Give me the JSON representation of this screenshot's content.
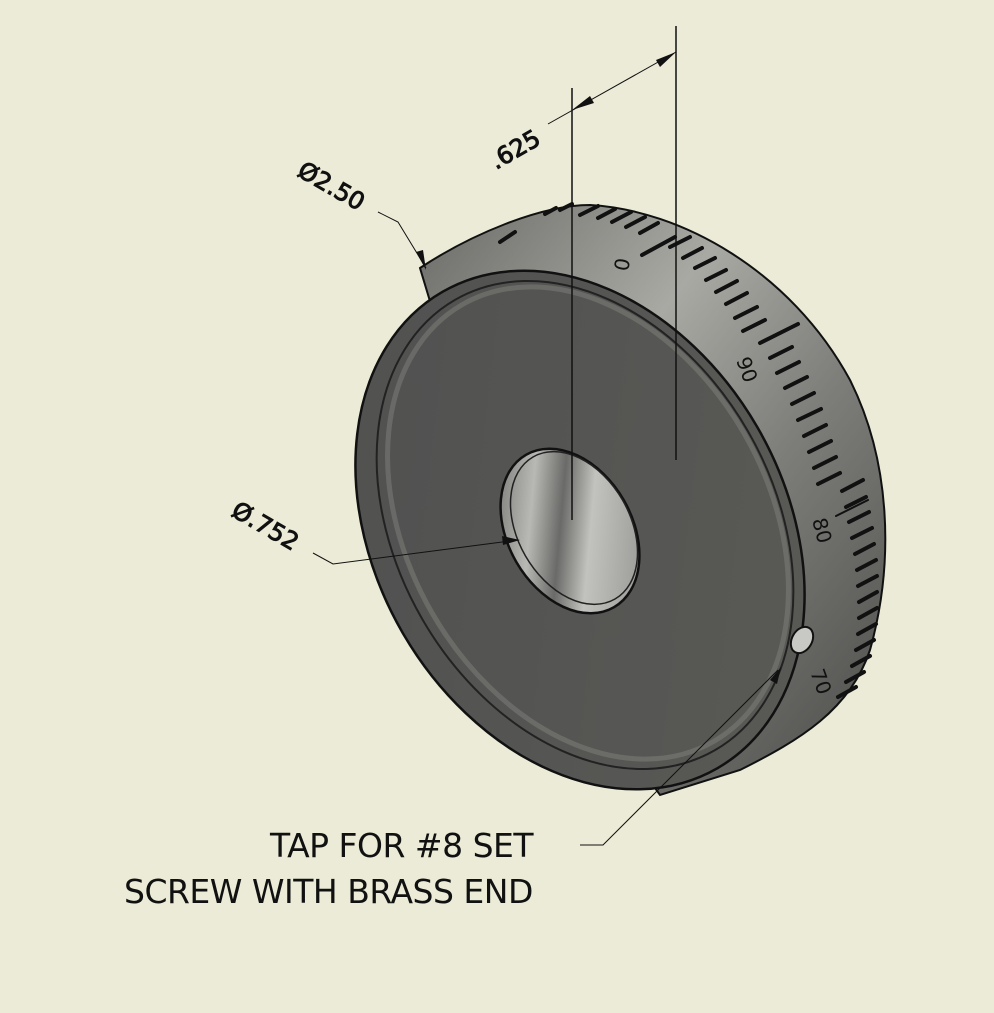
{
  "drawing": {
    "background": "#EBEBD7",
    "part": "dial disk (isometric view)",
    "body_color": "#4E4E4C",
    "rim_color": "#8A8A86"
  },
  "dimensions": {
    "outer_diameter": "Ø2.50",
    "bore_diameter": "Ø.752",
    "thickness": ".625"
  },
  "dial_scale": {
    "labels": [
      "0",
      "90",
      "80",
      "70"
    ]
  },
  "note": {
    "line1": "TAP FOR #8 SET",
    "line2": "SCREW WITH BRASS END"
  }
}
